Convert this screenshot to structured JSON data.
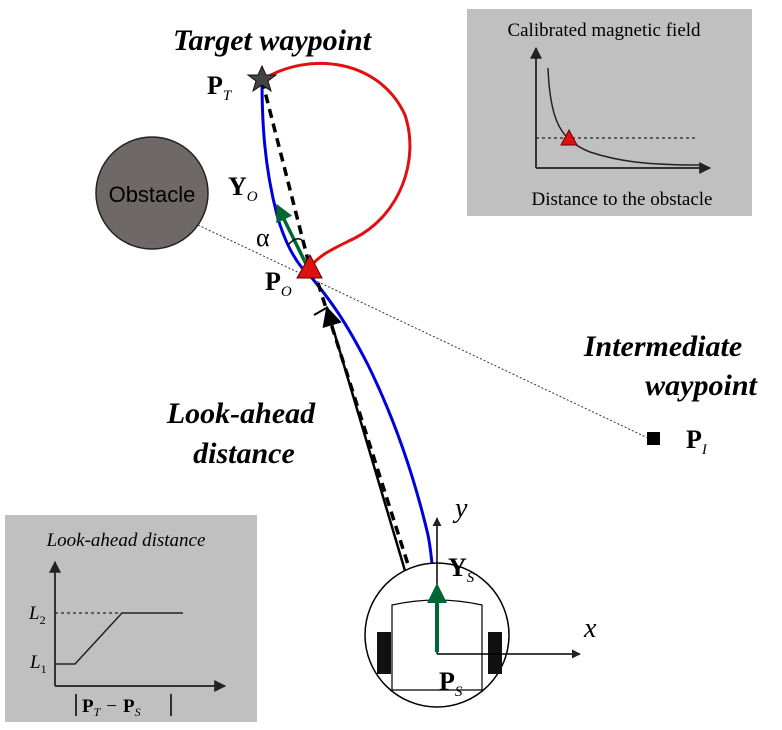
{
  "labels": {
    "target_waypoint": "Target waypoint",
    "intermediate_waypoint_line1": "Intermediate",
    "intermediate_waypoint_line2": "waypoint",
    "look_ahead_line1": "Look-ahead",
    "look_ahead_line2": "distance",
    "obstacle": "Obstacle",
    "alpha": "α",
    "P": "P",
    "Y": "Y",
    "sub_T": "T",
    "sub_O": "O",
    "sub_I": "I",
    "sub_S": "S",
    "axis_x": "x",
    "axis_y": "y"
  },
  "inset_magnetic": {
    "title": "Calibrated magnetic field",
    "xlabel": "Distance to the obstacle"
  },
  "inset_lookahead": {
    "title": "Look-ahead distance",
    "L": "L",
    "sub_1": "1",
    "sub_2": "2",
    "xlabel_P": "P",
    "xlabel_minus": "−",
    "xlabel_sub_T": "T",
    "xlabel_sub_S": "S"
  },
  "colors": {
    "path_blue": "#0000dd",
    "arc_red": "#e01010",
    "heading_green": "#006633",
    "marker_red": "#e01010",
    "obstacle_fill": "#6e6868",
    "inset_bg": "#c0c0c0",
    "text": "#000000"
  }
}
